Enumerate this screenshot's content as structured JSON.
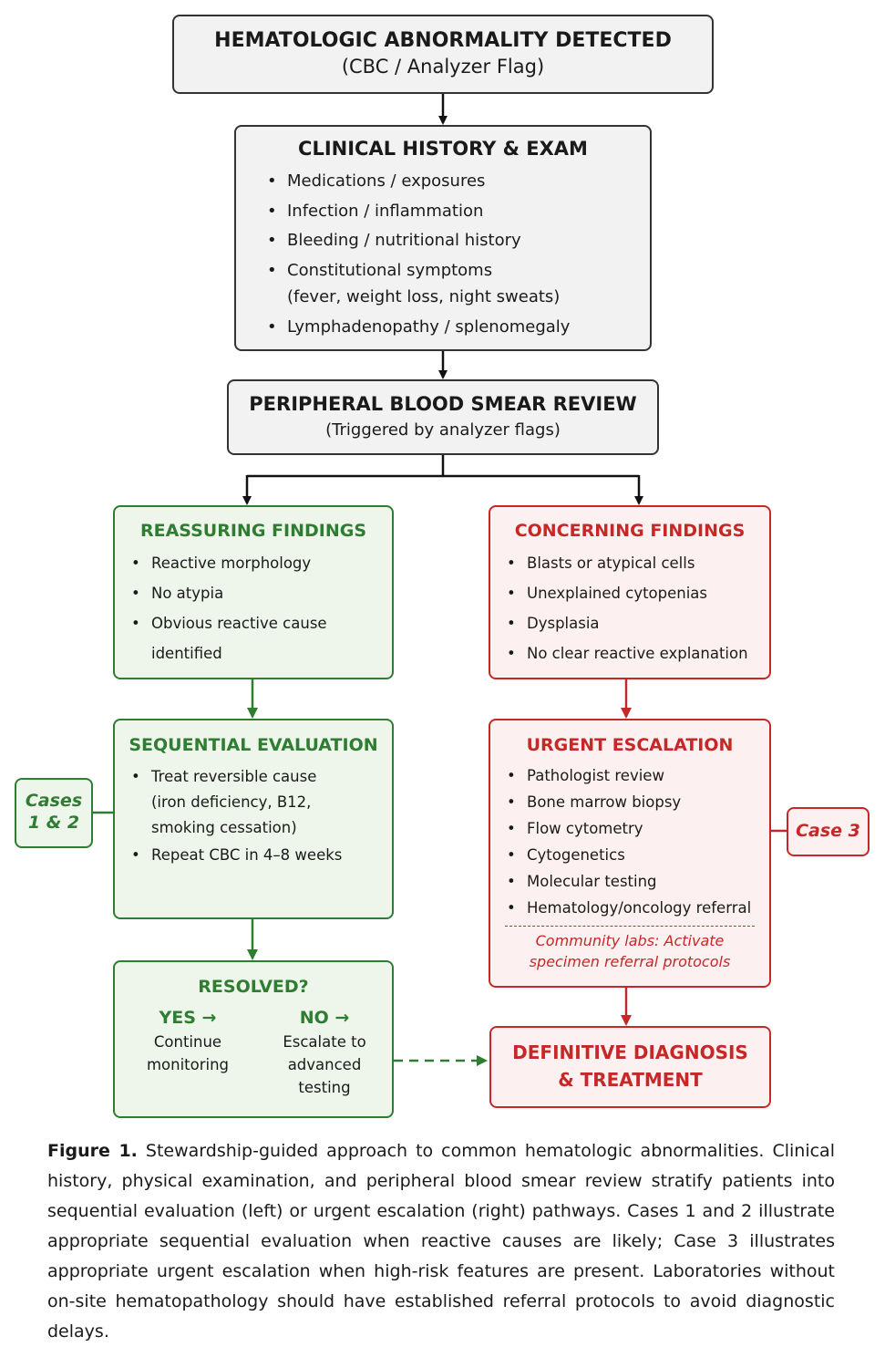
{
  "top": {
    "title": "HEMATOLOGIC ABNORMALITY DETECTED",
    "subtitle": "(CBC / Analyzer Flag)"
  },
  "history": {
    "title": "CLINICAL HISTORY & EXAM",
    "items": [
      "Medications / exposures",
      "Infection / inflammation",
      "Bleeding / nutritional history",
      "Constitutional symptoms",
      "(fever, weight loss, night sweats)",
      "Lymphadenopathy / splenomegaly"
    ]
  },
  "smear": {
    "title": "PERIPHERAL BLOOD SMEAR REVIEW",
    "subtitle": "(Triggered by analyzer flags)"
  },
  "reassuring": {
    "title": "REASSURING FINDINGS",
    "items": [
      "Reactive morphology",
      "No atypia",
      "Obvious reactive cause identified"
    ]
  },
  "concerning": {
    "title": "CONCERNING FINDINGS",
    "items": [
      "Blasts or atypical cells",
      "Unexplained cytopenias",
      "Dysplasia",
      "No clear reactive explanation"
    ]
  },
  "sequential": {
    "title": "SEQUENTIAL EVALUATION",
    "items": [
      "Treat reversible cause",
      "(iron deficiency, B12,",
      "smoking cessation)",
      "Repeat CBC in 4–8 weeks"
    ]
  },
  "urgent": {
    "title": "URGENT ESCALATION",
    "items": [
      "Pathologist review",
      "Bone marrow biopsy",
      "Flow cytometry",
      "Cytogenetics",
      "Molecular testing",
      "Hematology/oncology referral"
    ],
    "note_line1": "Community labs: Activate",
    "note_line2": "specimen referral protocols"
  },
  "resolved": {
    "title": "RESOLVED?",
    "yes_label": "YES →",
    "yes_line1": "Continue",
    "yes_line2": "monitoring",
    "no_label": "NO →",
    "no_line1": "Escalate to",
    "no_line2": "advanced",
    "no_line3": "testing"
  },
  "definitive": {
    "line1": "DEFINITIVE DIAGNOSIS",
    "line2": "& TREATMENT"
  },
  "cases_left": {
    "line1": "Cases",
    "line2": "1 & 2"
  },
  "case_right": {
    "label": "Case 3"
  },
  "caption": {
    "label": "Figure 1.",
    "text": "Stewardship-guided approach to common hematologic abnormalities. Clinical history, physical examination, and peripheral blood smear review stratify patients into sequential evaluation (left) or urgent escalation (right) pathways. Cases 1 and 2 illustrate appropriate sequential evaluation when reactive causes are likely; Case 3 illustrates appropriate urgent escalation when high-risk features are present. Laboratories without on-site hematopathology should have established referral protocols to avoid diagnostic delays."
  },
  "colors": {
    "green": "#2e7d32",
    "red": "#c62828",
    "neutral_border": "#333333",
    "neutral_fill": "#f2f2f2"
  }
}
